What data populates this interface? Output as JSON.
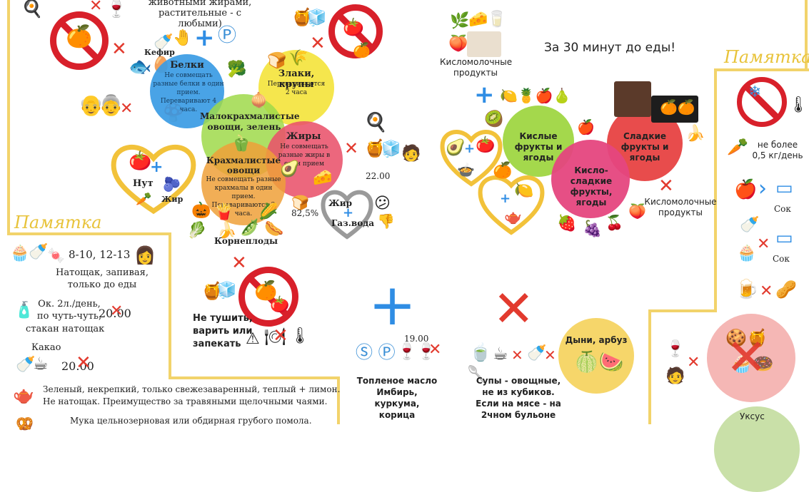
{
  "top_fats_note": "животными жирами,\nрастительные - с любыми)",
  "kefir_label": "Кефир",
  "circles": {
    "proteins": {
      "title": "Белки",
      "note": "Не совмещать разные белки в один прием. Переваривают 4 часа.",
      "color": "#3a9be4"
    },
    "grains": {
      "title": "Злаки, крупы",
      "note": "Перевариваются 2 часа",
      "color": "#f4e33a"
    },
    "low_starch": {
      "title": "Малокрахмалистые овощи, зелень",
      "color": "#9fd94a"
    },
    "fats": {
      "title": "Жиры",
      "note": "Не совмещать разные жиры в один прием",
      "color": "#e9526b"
    },
    "starchy": {
      "title": "Крахмалистые овощи",
      "note": "Не совмещать разные крахмалы в один прием. Перевариваются 2 часа.",
      "color": "#efa038"
    }
  },
  "heart_left": {
    "label_nut": "Нут",
    "label_fat": "Жир"
  },
  "time_2200": "22.00",
  "percent": "82,5%",
  "heart_gray": {
    "label_fat": "Жир",
    "label_soda": "Газ.вода"
  },
  "roots_label": "Корнеплоды",
  "dairy_top_label": "Кисломолочные\nпродукты",
  "before_meal": "За 30 минут до еды!",
  "fruit_circles": {
    "sour": {
      "title": "Кислые фрукты и ягоды",
      "color": "#a4d84c"
    },
    "sweet": {
      "title": "Сладкие фрукты и ягоды",
      "color": "#e84c4c"
    },
    "sweet_sour": {
      "title": "Кисло-сладкие фрукты, ягоды",
      "color": "#e5467e"
    }
  },
  "dairy_right_label": "Кисломолочные\nпродукты",
  "memo_label": "Памятка",
  "left_memo": {
    "times": "8-10, 12-13",
    "fasting": "Натощак, запивая,\nтолько до еды",
    "water": "Ок. 2л./день,\nпо чуть-чуть,",
    "water_time": "20.00",
    "water_glass": "стакан натощак",
    "cocoa": "Какао",
    "cocoa_time": "20.00",
    "tea": "Зеленый, некрепкий, только свежезаваренный, теплый + лимон.\nНе натощак. Преимущество за травяными щелочными чаями.",
    "flour": "Мука цельнозерновая или обдирная грубого помола."
  },
  "cooking": "Не тушить,\nварить или\nзапекать",
  "time_1900": "19.00",
  "oil_note": "Топленое масло\nИмбирь, куркума,\nкорица",
  "soups": "Супы - овощные,\nне из кубиков.\nЕсли на мясе - на\n2чном бульоне",
  "melon": "Дыни, арбуз",
  "right_memo": {
    "max_weight": "не более\n0,5 кг/день",
    "juice1": "Сок",
    "juice2": "Сок"
  },
  "vinegar": "Уксус"
}
